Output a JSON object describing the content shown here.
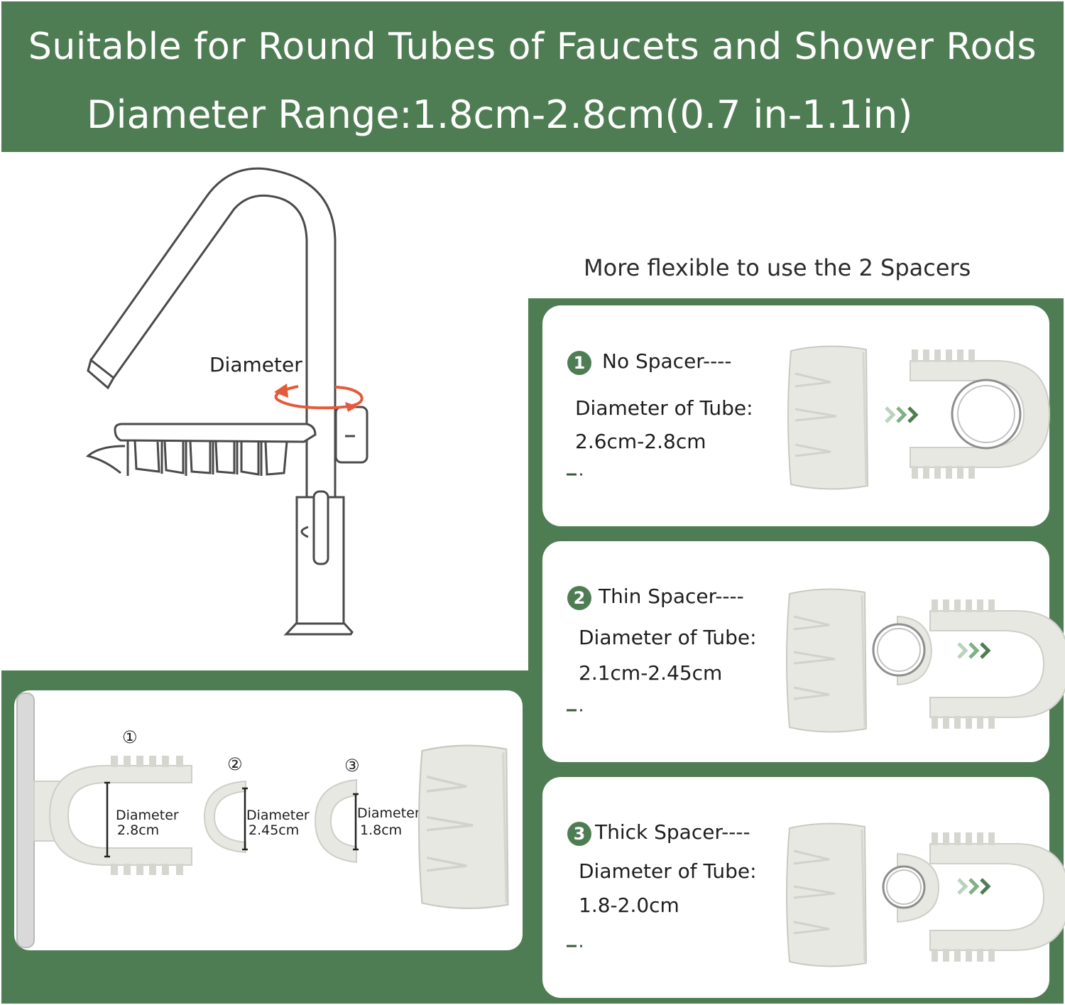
{
  "colors": {
    "green": "#4f7d53",
    "part_fill": "#e8e8e3",
    "part_stroke": "#c9c9c3",
    "line": "#4a4a4a",
    "arrow_red": "#e45a3a"
  },
  "header": {
    "line1": "Suitable for Round Tubes of Faucets and Shower Rods",
    "line2": "Diameter Range:1.8cm-2.8cm(0.7 in-1.1in)"
  },
  "faucet": {
    "diameter_label": "Diameter"
  },
  "spacers": {
    "heading": "More flexible to use the 2 Spacers",
    "cards": [
      {
        "num": "1",
        "title": "No Spacer----",
        "desc": "Diameter of Tube:",
        "range": "2.6cm-2.8cm"
      },
      {
        "num": "2",
        "title": "Thin Spacer----",
        "desc": "Diameter of Tube:",
        "range": "2.1cm-2.45cm"
      },
      {
        "num": "3",
        "title": "Thick Spacer----",
        "desc": "Diameter of Tube:",
        "range": "1.8-2.0cm"
      }
    ]
  },
  "parts": {
    "items": [
      {
        "marker": "①",
        "label": "Diameter",
        "value": "2.8cm"
      },
      {
        "marker": "②",
        "label": "Diameter",
        "value": "2.45cm"
      },
      {
        "marker": "③",
        "label": "Diameter",
        "value": "1.8cm"
      }
    ]
  }
}
